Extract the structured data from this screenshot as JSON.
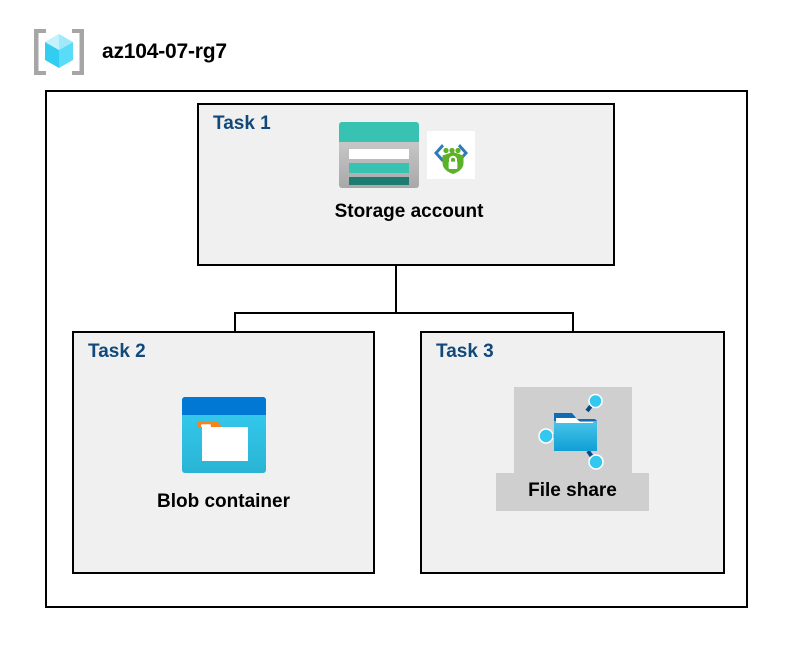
{
  "diagram": {
    "resource_group": {
      "name": "az104-07-rg7",
      "icon": "resource-group-cube-icon"
    },
    "tasks": [
      {
        "id": "task1",
        "label": "Task 1",
        "node_caption": "Storage account",
        "icons": [
          "storage-account-icon",
          "secure-endpoint-shield-icon"
        ]
      },
      {
        "id": "task2",
        "label": "Task 2",
        "node_caption": "Blob container",
        "icons": [
          "blob-container-icon"
        ]
      },
      {
        "id": "task3",
        "label": "Task 3",
        "node_caption": "File share",
        "icons": [
          "file-share-icon"
        ]
      }
    ],
    "colors": {
      "task_label": "#11497b",
      "panel_fill": "#f0f0f0",
      "border": "#000000",
      "plate_fill": "#cfcfcf",
      "storage_teal": "#37c2b1",
      "storage_teal_dark": "#1d7b71",
      "blob_blue": "#0078d4",
      "blob_cyan": "#32c8f0",
      "blob_tag_orange": "#f58220",
      "shield_green": "#5cb227",
      "fileshare_node_cyan": "#32c8f0",
      "cube_cyan": "#4fd9f5"
    }
  }
}
